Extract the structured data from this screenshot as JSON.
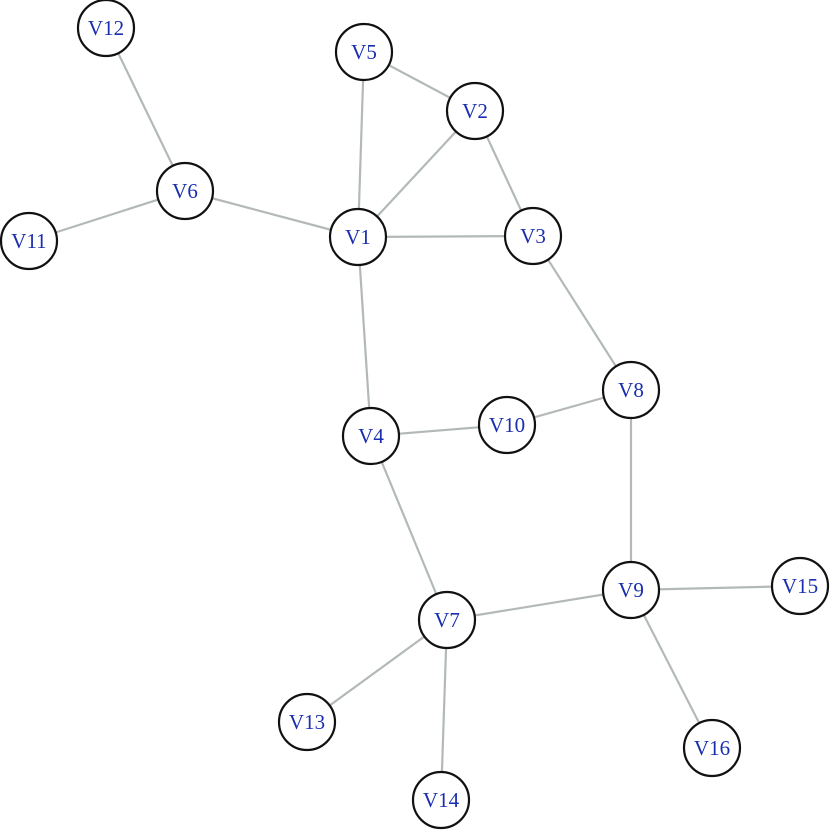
{
  "graph": {
    "node_label_color": "#1a2fb0",
    "node_stroke_color": "#111111",
    "edge_color": "#b3bab6",
    "nodes": [
      {
        "id": "V1",
        "label": "V1"
      },
      {
        "id": "V2",
        "label": "V2"
      },
      {
        "id": "V3",
        "label": "V3"
      },
      {
        "id": "V4",
        "label": "V4"
      },
      {
        "id": "V5",
        "label": "V5"
      },
      {
        "id": "V6",
        "label": "V6"
      },
      {
        "id": "V7",
        "label": "V7"
      },
      {
        "id": "V8",
        "label": "V8"
      },
      {
        "id": "V9",
        "label": "V9"
      },
      {
        "id": "V10",
        "label": "V10"
      },
      {
        "id": "V11",
        "label": "V11"
      },
      {
        "id": "V12",
        "label": "V12"
      },
      {
        "id": "V13",
        "label": "V13"
      },
      {
        "id": "V14",
        "label": "V14"
      },
      {
        "id": "V15",
        "label": "V15"
      },
      {
        "id": "V16",
        "label": "V16"
      }
    ],
    "edges": [
      [
        "V1",
        "V2"
      ],
      [
        "V1",
        "V3"
      ],
      [
        "V1",
        "V4"
      ],
      [
        "V1",
        "V5"
      ],
      [
        "V1",
        "V6"
      ],
      [
        "V2",
        "V3"
      ],
      [
        "V2",
        "V5"
      ],
      [
        "V3",
        "V8"
      ],
      [
        "V4",
        "V7"
      ],
      [
        "V4",
        "V10"
      ],
      [
        "V6",
        "V11"
      ],
      [
        "V6",
        "V12"
      ],
      [
        "V7",
        "V9"
      ],
      [
        "V7",
        "V13"
      ],
      [
        "V7",
        "V14"
      ],
      [
        "V8",
        "V9"
      ],
      [
        "V8",
        "V10"
      ],
      [
        "V9",
        "V15"
      ],
      [
        "V9",
        "V16"
      ]
    ]
  }
}
